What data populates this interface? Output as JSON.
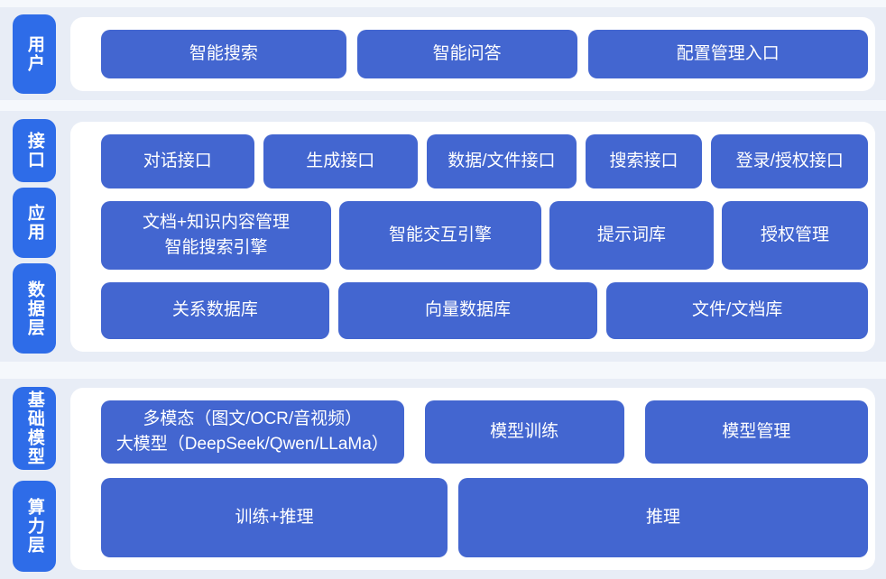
{
  "colors": {
    "label_blue": "#2e6ce8",
    "button_blue": "#4366d0",
    "band_bg": "#e8edf6",
    "page_bg": "#f5f8fc",
    "panel_bg": "#ffffff",
    "text_white": "#ffffff"
  },
  "bands": [
    {
      "id": "user",
      "labels": [
        {
          "id": "user",
          "text": "用户"
        }
      ],
      "rows": [
        {
          "buttons": [
            {
              "id": "smart-search",
              "label": "智能搜索"
            },
            {
              "id": "smart-qa",
              "label": "智能问答"
            },
            {
              "id": "config-management-entry",
              "label": "配置管理入口"
            }
          ]
        }
      ]
    },
    {
      "id": "interface-app-data",
      "labels": [
        {
          "id": "interface",
          "text": "接口"
        },
        {
          "id": "application",
          "text": "应用"
        },
        {
          "id": "data-layer",
          "text": "数据层"
        }
      ],
      "rows": [
        {
          "buttons": [
            {
              "id": "dialog-api",
              "label": "对话接口"
            },
            {
              "id": "generation-api",
              "label": "生成接口"
            },
            {
              "id": "data-file-api",
              "label": "数据/文件接口"
            },
            {
              "id": "search-api",
              "label": "搜索接口"
            },
            {
              "id": "login-auth-api",
              "label": "登录/授权接口"
            }
          ]
        },
        {
          "buttons": [
            {
              "id": "doc-knowledge-management-search-engine",
              "label": "文档+知识内容管理\n智能搜索引擎"
            },
            {
              "id": "smart-interaction-engine",
              "label": "智能交互引擎"
            },
            {
              "id": "prompt-library",
              "label": "提示词库"
            },
            {
              "id": "authorization-management",
              "label": "授权管理"
            }
          ]
        },
        {
          "buttons": [
            {
              "id": "relational-database",
              "label": "关系数据库"
            },
            {
              "id": "vector-database",
              "label": "向量数据库"
            },
            {
              "id": "file-document-store",
              "label": "文件/文档库"
            }
          ]
        }
      ]
    },
    {
      "id": "foundation-compute",
      "labels": [
        {
          "id": "foundation-model",
          "text": "基础模型"
        },
        {
          "id": "compute-layer",
          "text": "算力层"
        }
      ],
      "rows": [
        {
          "buttons": [
            {
              "id": "multimodal-large-model",
              "label": "多模态（图文/OCR/音视频）\n大模型（DeepSeek/Qwen/LLaMa）"
            },
            {
              "id": "model-training",
              "label": "模型训练"
            },
            {
              "id": "model-management",
              "label": "模型管理"
            }
          ]
        },
        {
          "buttons": [
            {
              "id": "training-inference",
              "label": "训练+推理"
            },
            {
              "id": "inference",
              "label": "推理"
            }
          ]
        }
      ]
    }
  ]
}
